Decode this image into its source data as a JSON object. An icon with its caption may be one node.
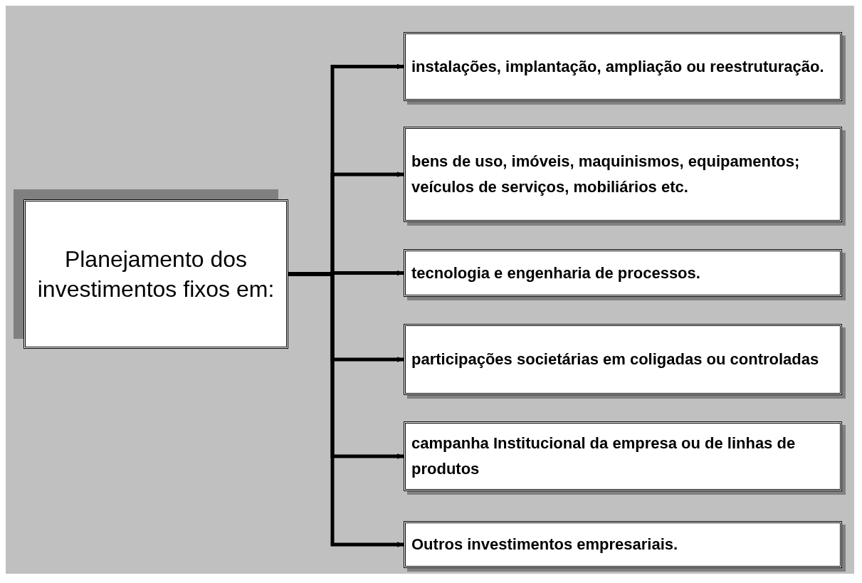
{
  "diagram": {
    "nodes": [
      {
        "text": [
          "Planejamento dos investimentos fixos em:"
        ]
      },
      {
        "text": [
          "instalações, implantação, ampliação ou reestruturação."
        ]
      },
      {
        "text": [
          "bens de uso, imóveis, maquinismos, equipamentos; veículos de serviços, mobiliários etc."
        ]
      },
      {
        "text": [
          "tecnologia e engenharia de processos."
        ]
      },
      {
        "text": [
          "participações societárias em coligadas ou controladas"
        ]
      },
      {
        "text": [
          "campanha Institucional da empresa ou de linhas de produtos"
        ]
      },
      {
        "text": [
          "Outros investimentos empresariais."
        ]
      }
    ],
    "edges": [
      {
        "from": 0,
        "to": 1,
        "arrow": "to"
      },
      {
        "from": 0,
        "to": 2,
        "arrow": "to"
      },
      {
        "from": 0,
        "to": 3,
        "arrow": "to"
      },
      {
        "from": 0,
        "to": 4,
        "arrow": "to"
      },
      {
        "from": 0,
        "to": 5,
        "arrow": "to"
      },
      {
        "from": 0,
        "to": 6,
        "arrow": "to"
      }
    ]
  }
}
